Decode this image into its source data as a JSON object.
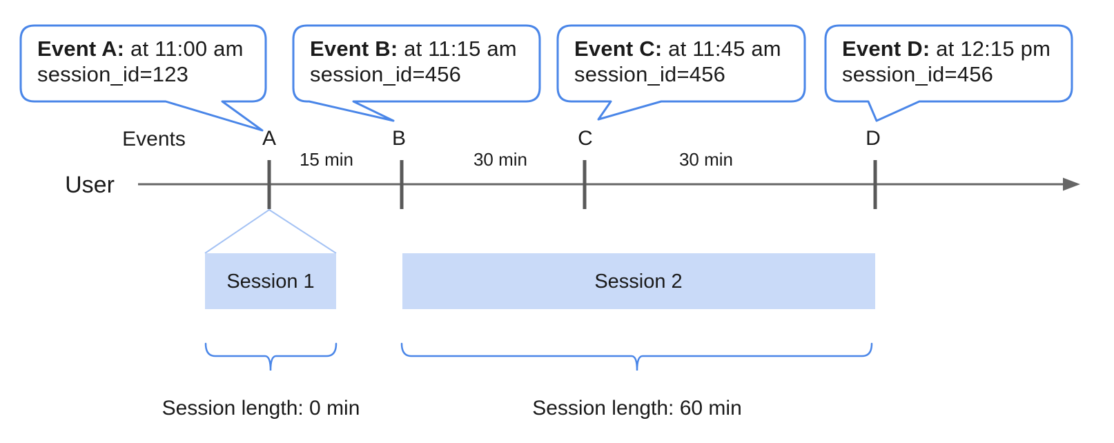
{
  "colors": {
    "bubble_border": "#4a86e8",
    "session_fill": "#c9daf8",
    "timeline": "#666666",
    "tick": "#595959",
    "brace": "#4a86e8",
    "funnel": "#a4c2f4"
  },
  "axis": {
    "events_label": "Events",
    "user_label": "User"
  },
  "events": [
    {
      "letter": "A",
      "title": "Event A:",
      "time": "at 11:00 am",
      "session": "session_id=123"
    },
    {
      "letter": "B",
      "title": "Event B:",
      "time": "at 11:15 am",
      "session": "session_id=456"
    },
    {
      "letter": "C",
      "title": "Event C:",
      "time": "at 11:45 am",
      "session": "session_id=456"
    },
    {
      "letter": "D",
      "title": "Event D:",
      "time": "at 12:15 pm",
      "session": "session_id=456"
    }
  ],
  "intervals": [
    {
      "label": "15 min"
    },
    {
      "label": "30 min"
    },
    {
      "label": "30 min"
    }
  ],
  "sessions": [
    {
      "label": "Session 1",
      "length": "Session length: 0 min"
    },
    {
      "label": "Session 2",
      "length": "Session length: 60 min"
    }
  ]
}
